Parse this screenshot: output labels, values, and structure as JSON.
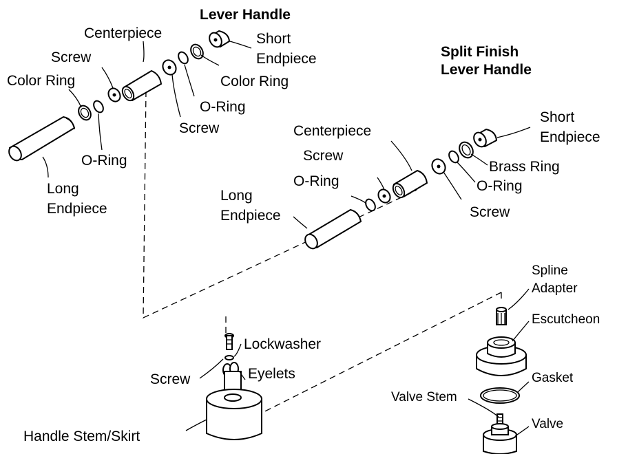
{
  "titles": {
    "lever_handle": "Lever Handle",
    "split_finish_line1": "Split Finish",
    "split_finish_line2": "Lever Handle"
  },
  "lever_handle": {
    "centerpiece": "Centerpiece",
    "short_endpiece_line1": "Short",
    "short_endpiece_line2": "Endpiece",
    "screw_left": "Screw",
    "color_ring_left": "Color Ring",
    "color_ring_right": "Color Ring",
    "o_ring_right": "O-Ring",
    "screw_right": "Screw",
    "o_ring_left": "O-Ring",
    "long_endpiece_line1": "Long",
    "long_endpiece_line2": "Endpiece"
  },
  "split_finish": {
    "short_endpiece_line1": "Short",
    "short_endpiece_line2": "Endpiece",
    "centerpiece": "Centerpiece",
    "screw_left": "Screw",
    "brass_ring": "Brass Ring",
    "o_ring_left": "O-Ring",
    "o_ring_right": "O-Ring",
    "long_endpiece_line1": "Long",
    "long_endpiece_line2": "Endpiece",
    "screw_right": "Screw"
  },
  "stem_assembly": {
    "lockwasher": "Lockwasher",
    "screw": "Screw",
    "eyelets": "Eyelets",
    "handle_stem_skirt": "Handle Stem/Skirt"
  },
  "valve_assembly": {
    "spline_adapter_line1": "Spline",
    "spline_adapter_line2": "Adapter",
    "escutcheon": "Escutcheon",
    "gasket": "Gasket",
    "valve_stem": "Valve Stem",
    "valve": "Valve"
  }
}
